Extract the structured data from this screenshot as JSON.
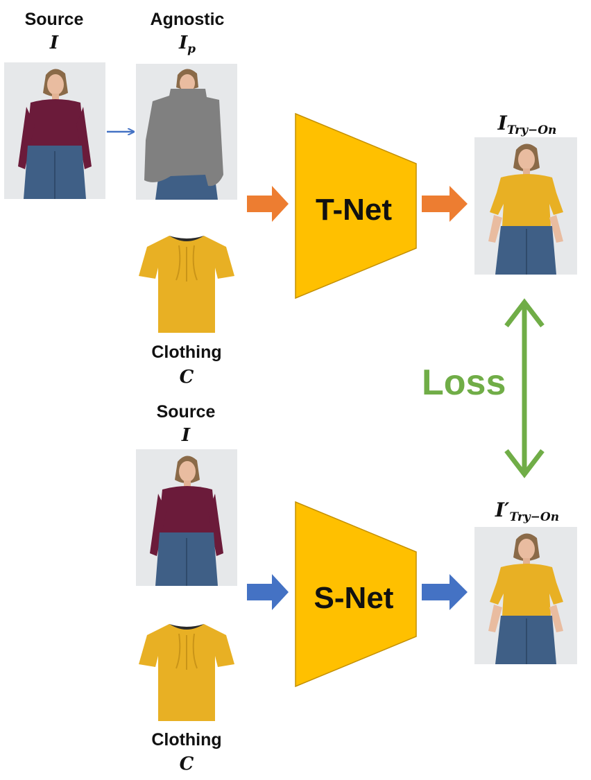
{
  "top": {
    "source_label": "Source",
    "source_symbol": "I",
    "agnostic_label": "Agnostic",
    "agnostic_symbol": "I",
    "agnostic_sub": "p",
    "clothing_label": "Clothing",
    "clothing_symbol": "C",
    "net_label": "T-Net",
    "output_symbol": "I",
    "output_sub": "Try−On"
  },
  "bottom": {
    "source_label": "Source",
    "source_symbol": "I",
    "clothing_label": "Clothing",
    "clothing_symbol": "C",
    "net_label": "S-Net",
    "output_symbol": "I′",
    "output_sub": "Try−On"
  },
  "loss_label": "Loss",
  "colors": {
    "net_fill": "#FFC000",
    "orange_arrow": "#ED7D31",
    "blue_arrow": "#4472C4",
    "loss_green": "#70AD47",
    "maroon_top": "#6B1B3A",
    "yellow_shirt": "#E8B024",
    "jeans": "#3F5F86",
    "mask_gray": "#808080"
  }
}
